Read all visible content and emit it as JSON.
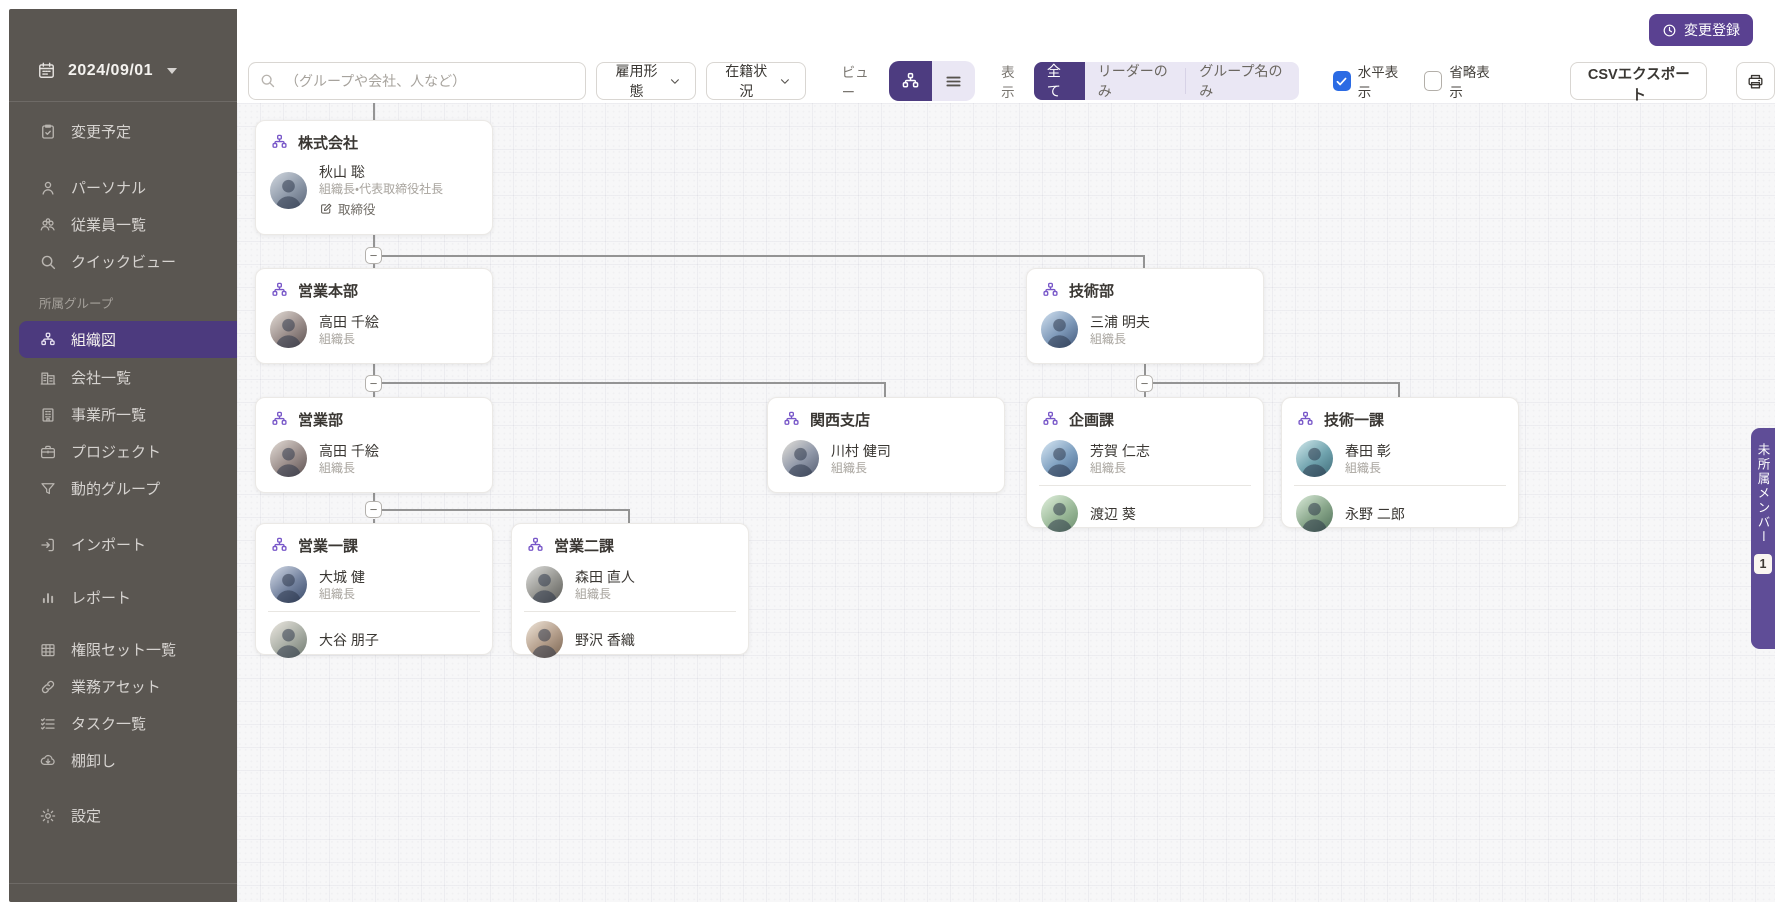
{
  "sidebar": {
    "date": "2024/09/01",
    "section_label": "所属グループ",
    "items": [
      {
        "label": "変更予定",
        "icon": "clipboard-check"
      },
      {
        "label": "パーソナル",
        "icon": "person"
      },
      {
        "label": "従業員一覧",
        "icon": "people"
      },
      {
        "label": "クイックビュー",
        "icon": "search"
      },
      {
        "label": "組織図",
        "icon": "org-chart",
        "active": true
      },
      {
        "label": "会社一覧",
        "icon": "buildings"
      },
      {
        "label": "事業所一覧",
        "icon": "building"
      },
      {
        "label": "プロジェクト",
        "icon": "briefcase"
      },
      {
        "label": "動的グループ",
        "icon": "funnel"
      },
      {
        "label": "インポート",
        "icon": "import"
      },
      {
        "label": "レポート",
        "icon": "bar-chart"
      },
      {
        "label": "権限セット一覧",
        "icon": "grid"
      },
      {
        "label": "業務アセット",
        "icon": "link"
      },
      {
        "label": "タスク一覧",
        "icon": "checklist"
      },
      {
        "label": "棚卸し",
        "icon": "cloud-download"
      },
      {
        "label": "設定",
        "icon": "gear"
      }
    ]
  },
  "header": {
    "register_button": "変更登録"
  },
  "toolbar": {
    "search_placeholder": "（グループや会社、人など）",
    "employment_filter": "雇用形態",
    "enrollment_filter": "在籍状況",
    "view_label": "ビュー",
    "display_label": "表示",
    "display_options": [
      "全て",
      "リーダーのみ",
      "グループ名のみ"
    ],
    "display_selected": "全て",
    "horizontal_checkbox": {
      "label": "水平表示",
      "checked": true
    },
    "abbreviated_checkbox": {
      "label": "省略表示",
      "checked": false
    },
    "csv_export": "CSVエクスポート"
  },
  "org": {
    "collapse_glyph": "−",
    "cards": [
      {
        "title": "株式会社",
        "members": [
          {
            "name": "秋山 聡",
            "role": "組織長・代表取締役社長",
            "position": "取締役"
          }
        ]
      },
      {
        "title": "営業本部",
        "members": [
          {
            "name": "高田 千絵",
            "role": "組織長"
          }
        ]
      },
      {
        "title": "技術部",
        "members": [
          {
            "name": "三浦 明夫",
            "role": "組織長"
          }
        ]
      },
      {
        "title": "営業部",
        "members": [
          {
            "name": "高田 千絵",
            "role": "組織長"
          }
        ]
      },
      {
        "title": "関西支店",
        "members": [
          {
            "name": "川村 健司",
            "role": "組織長"
          }
        ]
      },
      {
        "title": "企画課",
        "members": [
          {
            "name": "芳賀 仁志",
            "role": "組織長"
          },
          {
            "name": "渡辺 葵"
          }
        ]
      },
      {
        "title": "技術一課",
        "members": [
          {
            "name": "春田 彰",
            "role": "組織長"
          },
          {
            "name": "永野 二郎"
          }
        ]
      },
      {
        "title": "営業一課",
        "members": [
          {
            "name": "大城 健",
            "role": "組織長"
          },
          {
            "name": "大谷 朋子"
          }
        ]
      },
      {
        "title": "営業二課",
        "members": [
          {
            "name": "森田 直人",
            "role": "組織長"
          },
          {
            "name": "野沢 香織"
          }
        ]
      }
    ]
  },
  "unassigned_tab": {
    "label": "未所属メンバー",
    "count": "1"
  },
  "colors": {
    "brand_purple": "#5a4191",
    "segment_active_purple": "#4d3c80",
    "sidebar_active_purple": "#4c3a7e",
    "sidebar_bg": "#5a5651",
    "card_icon_purple": "#7756c8",
    "checkbox_blue": "#2b6be4",
    "unassigned_tab_purple": "#5f4d97"
  }
}
